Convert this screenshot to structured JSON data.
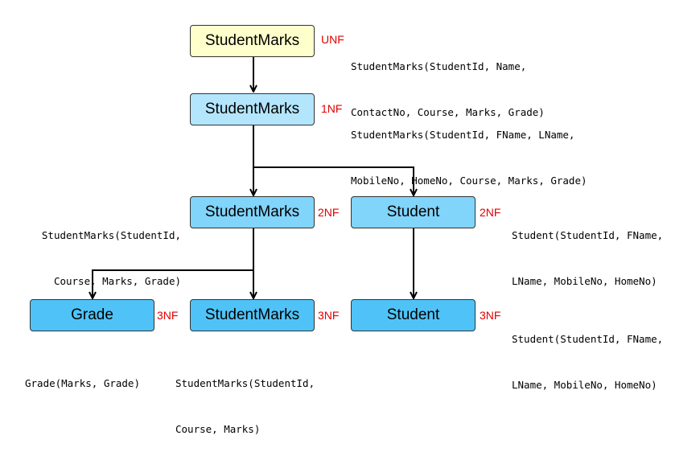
{
  "nodes": {
    "unf": {
      "label": "StudentMarks",
      "form": "UNF",
      "schema": [
        "StudentMarks(StudentId, Name,",
        "ContactNo, Course, Marks, Grade)"
      ]
    },
    "nf1": {
      "label": "StudentMarks",
      "form": "1NF",
      "schema": [
        "StudentMarks(StudentId, FName, LName,",
        "MobileNo, HomeNo, Course, Marks, Grade)"
      ]
    },
    "nf2_marks": {
      "label": "StudentMarks",
      "form": "2NF",
      "schema": [
        "StudentMarks(StudentId,",
        "Course, Marks, Grade)"
      ]
    },
    "nf2_student": {
      "label": "Student",
      "form": "2NF",
      "schema": [
        "Student(StudentId, FName,",
        "LName, MobileNo, HomeNo)"
      ]
    },
    "nf3_grade": {
      "label": "Grade",
      "form": "3NF",
      "schema": [
        "Grade(Marks, Grade)"
      ]
    },
    "nf3_marks": {
      "label": "StudentMarks",
      "form": "3NF",
      "schema": [
        "StudentMarks(StudentId,",
        "Course, Marks)"
      ]
    },
    "nf3_student": {
      "label": "Student",
      "form": "3NF",
      "schema": [
        "Student(StudentId, FName,",
        "LName, MobileNo, HomeNo)"
      ]
    }
  },
  "colors": {
    "unf": "#ffffcc",
    "nf1": "#b3e5fc",
    "nf2": "#81d4fa",
    "nf3": "#4fc3f7",
    "form_tag": "#e00000"
  }
}
